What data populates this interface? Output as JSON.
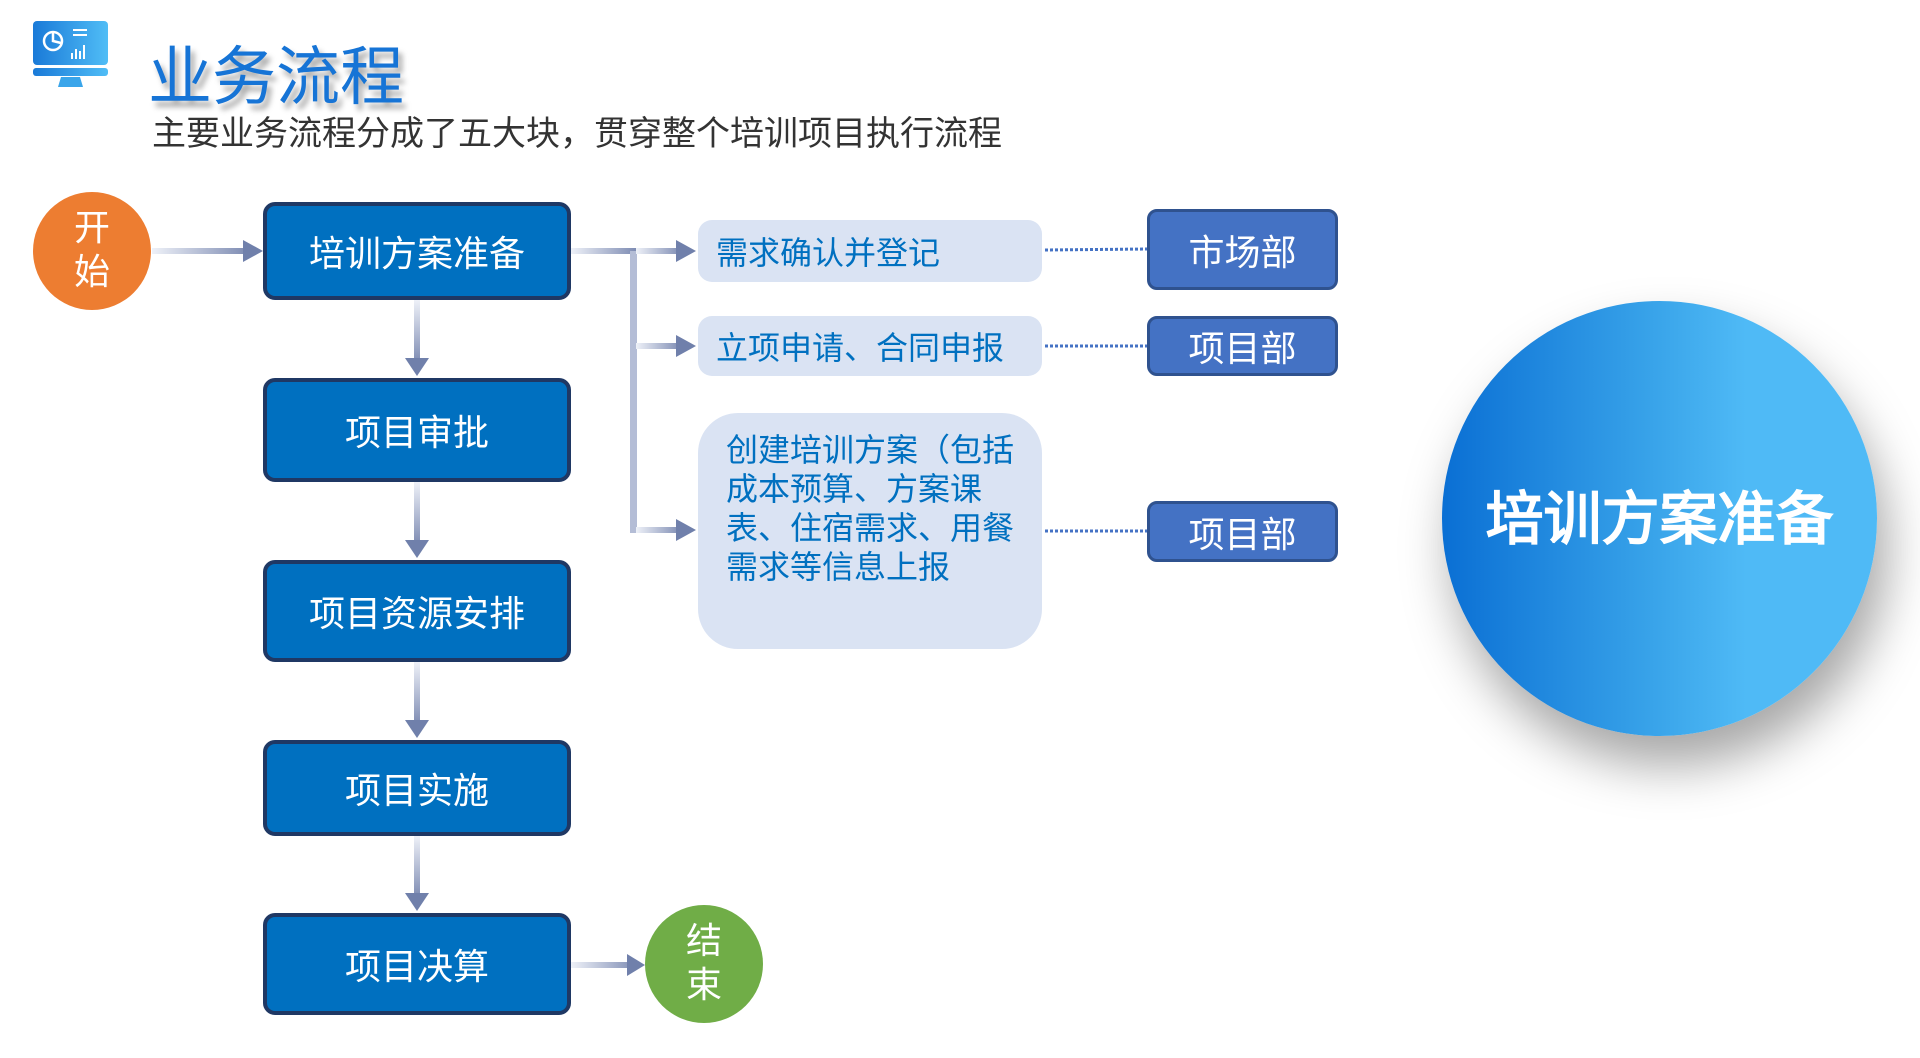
{
  "header": {
    "title": "业务流程",
    "subtitle": "主要业务流程分成了五大块，贯穿整个培训项目执行流程",
    "icon": "monitor-chart-icon"
  },
  "start": "开\n始",
  "end": "结\n束",
  "steps": [
    "培训方案准备",
    "项目审批",
    "项目资源安排",
    "项目实施",
    "项目决算"
  ],
  "tasks": [
    {
      "text": "需求确认并登记",
      "dept": "市场部"
    },
    {
      "text": "立项申请、合同申报",
      "dept": "项目部"
    },
    {
      "text": "创建培训方案（包括成本预算、方案课表、住宿需求、用餐需求等信息上报",
      "dept": "项目部"
    }
  ],
  "highlight": "培训方案准备",
  "colors": {
    "step": "#0070c0",
    "start": "#ed7d31",
    "end": "#70ad47",
    "dept": "#4472c4",
    "task_bg": "#dae3f3"
  }
}
